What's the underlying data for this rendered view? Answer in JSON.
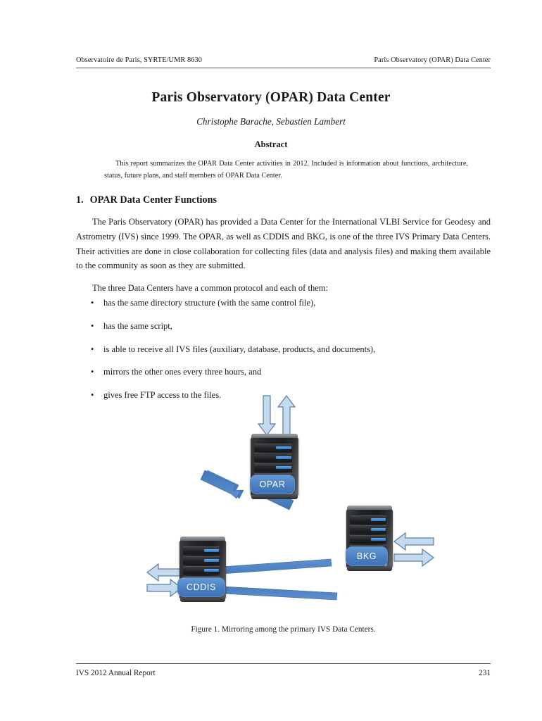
{
  "running_head": {
    "left": "Observatoire de Paris, SYRTE/UMR 8630",
    "right": "Paris Observatory (OPAR) Data Center"
  },
  "title": "Paris Observatory (OPAR) Data Center",
  "authors": "Christophe Barache, Sebastien Lambert",
  "abstract": {
    "heading": "Abstract",
    "text": "This report summarizes the OPAR Data Center activities in 2012. Included is information about functions, architecture, status, future plans, and staff members of OPAR Data Center."
  },
  "section": {
    "number": "1.",
    "title": "OPAR Data Center Functions",
    "paragraph_1": "The Paris Observatory (OPAR) has provided a Data Center for the International VLBI Service for Geodesy and Astrometry (IVS) since 1999. The OPAR, as well as CDDIS and BKG, is one of the three IVS Primary Data Centers. Their activities are done in close collaboration for collecting files (data and analysis files) and making them available to the community as soon as they are submitted.",
    "paragraph_2": "The three Data Centers have a common protocol and each of them:",
    "bullets": [
      "has the same directory structure (with the same control file),",
      "has the same script,",
      "is able to receive all IVS files (auxiliary, database, products, and documents),",
      "mirrors the other ones every three hours, and",
      "gives free FTP access to the files."
    ],
    "bullet_glyph": "•"
  },
  "figure": {
    "caption": "Figure 1.  Mirroring among the primary IVS Data Centers.",
    "nodes": [
      {
        "label": "OPAR"
      },
      {
        "label": "CDDIS"
      },
      {
        "label": "BKG"
      }
    ],
    "colors": {
      "badge_blue": "#4a7fc1",
      "arrow_solid": "#4a7fc1",
      "arrow_light_fill": "#c5d9ef",
      "arrow_light_stroke": "#5a7fa8",
      "rack_dark": "#232426",
      "led_blue": "#2f76c8"
    }
  },
  "footer": {
    "left": "IVS 2012 Annual Report",
    "page": "231"
  }
}
